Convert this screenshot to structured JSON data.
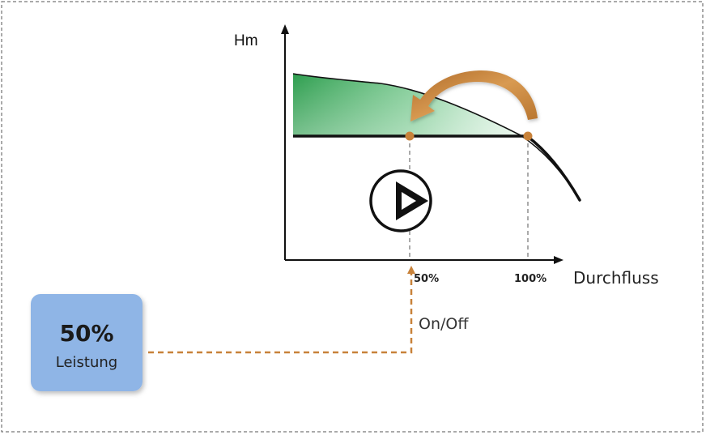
{
  "diagram": {
    "y_axis_label": "Hm",
    "x_axis_label": "Durchfluss",
    "tick_50": "50%",
    "tick_100": "100%",
    "on_off_label": "On/Off",
    "box_value": "50%",
    "box_label": "Leistung",
    "pump_icon": "pump-play-icon",
    "colors": {
      "fill_green": "#2e9e4f",
      "arrow_orange": "#c8823a",
      "box_blue": "#8fb5e6",
      "dash_orange": "#c8823a"
    }
  }
}
